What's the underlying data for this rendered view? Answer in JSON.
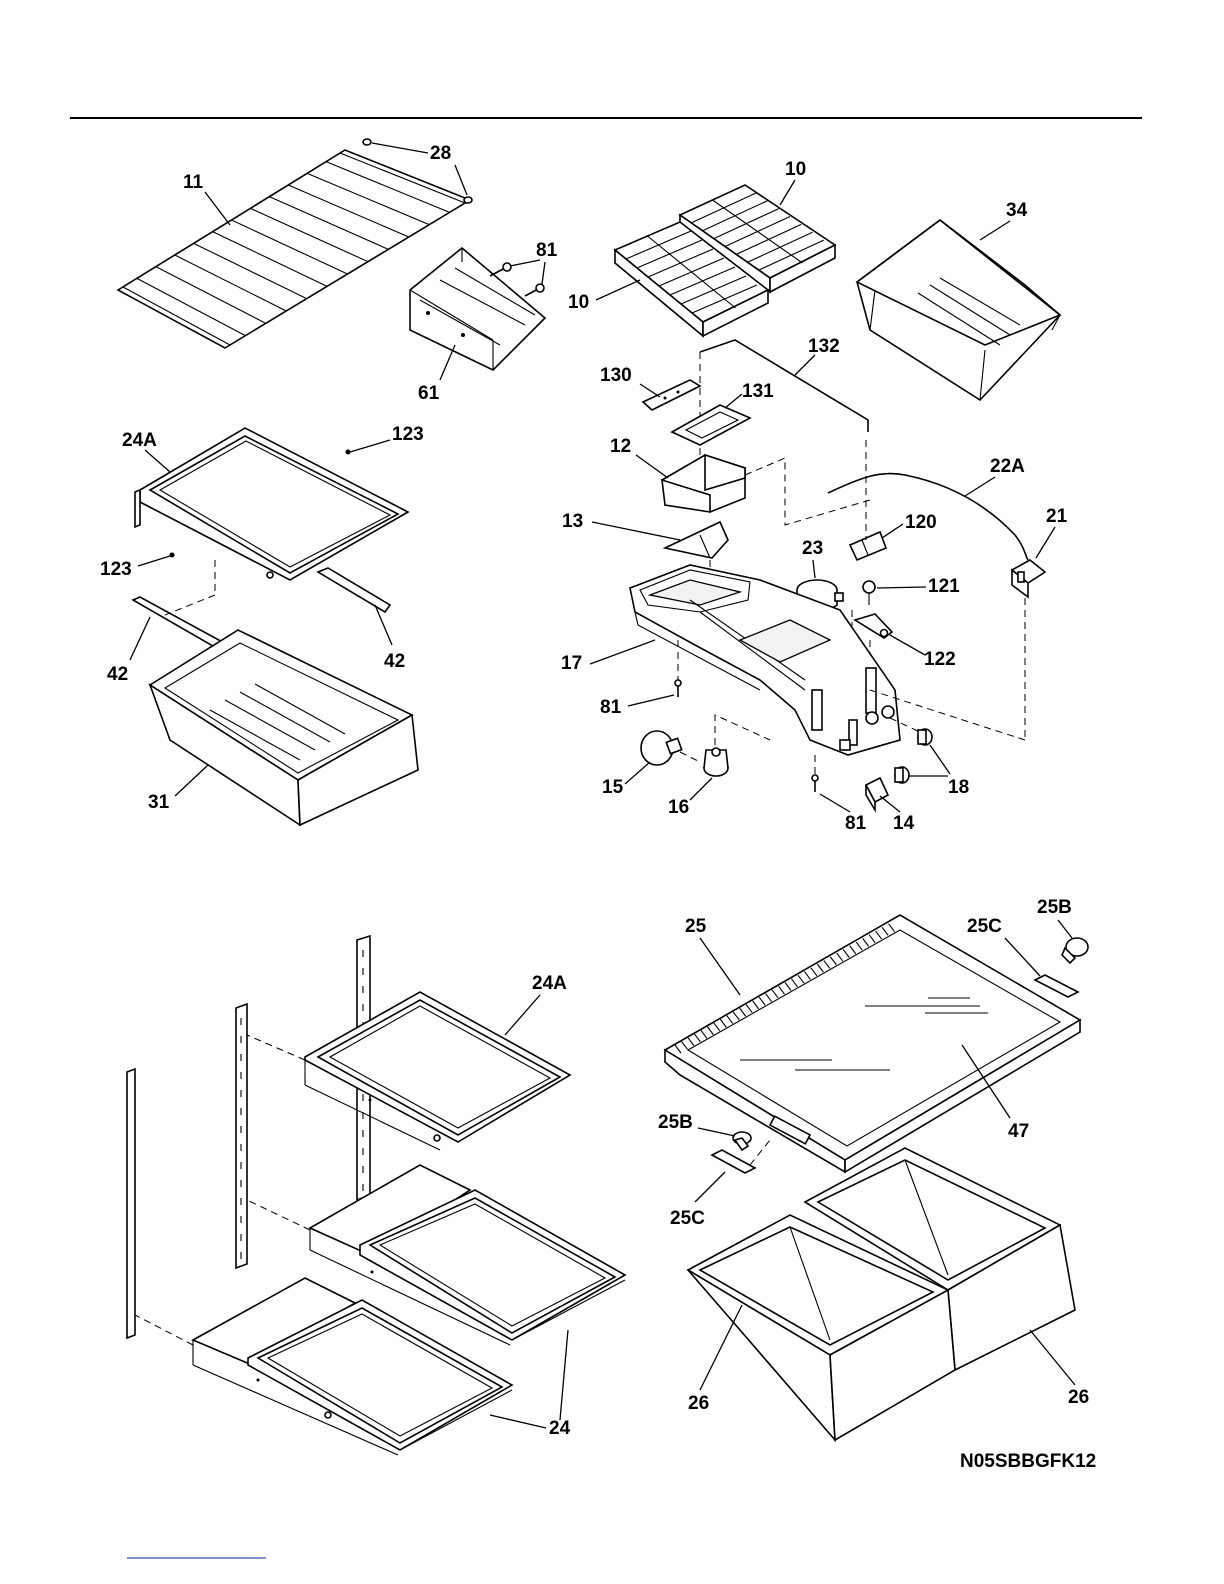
{
  "diagram_code": "N05SBBGFK12",
  "callouts": {
    "c11": "11",
    "c28": "28",
    "c81a": "81",
    "c61": "61",
    "c10a": "10",
    "c10b": "10",
    "c34": "34",
    "c24A_top": "24A",
    "c123a": "123",
    "c123b": "123",
    "c42a": "42",
    "c42b": "42",
    "c31": "31",
    "c132": "132",
    "c130": "130",
    "c131": "131",
    "c12": "12",
    "c22A": "22A",
    "c21": "21",
    "c13": "13",
    "c120": "120",
    "c23": "23",
    "c121": "121",
    "c122": "122",
    "c17": "17",
    "c81b": "81",
    "c15": "15",
    "c16": "16",
    "c18": "18",
    "c81c": "81",
    "c14": "14",
    "c24A_bottom": "24A",
    "c24": "24",
    "c25": "25",
    "c25C_top": "25C",
    "c25B_top": "25B",
    "c47": "47",
    "c25B_bottom": "25B",
    "c25C_bottom": "25C",
    "c26a": "26",
    "c26b": "26"
  }
}
